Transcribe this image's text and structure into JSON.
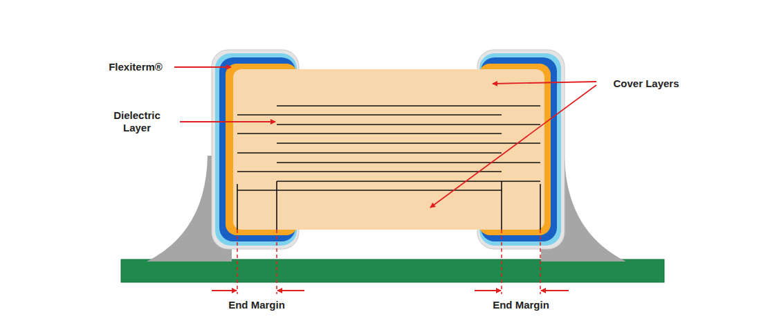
{
  "diagram": {
    "labels": [
      "Flexiterm®",
      "Dielectric Layer",
      "Cover Layers",
      "End Margin",
      "End Margin"
    ]
  }
}
